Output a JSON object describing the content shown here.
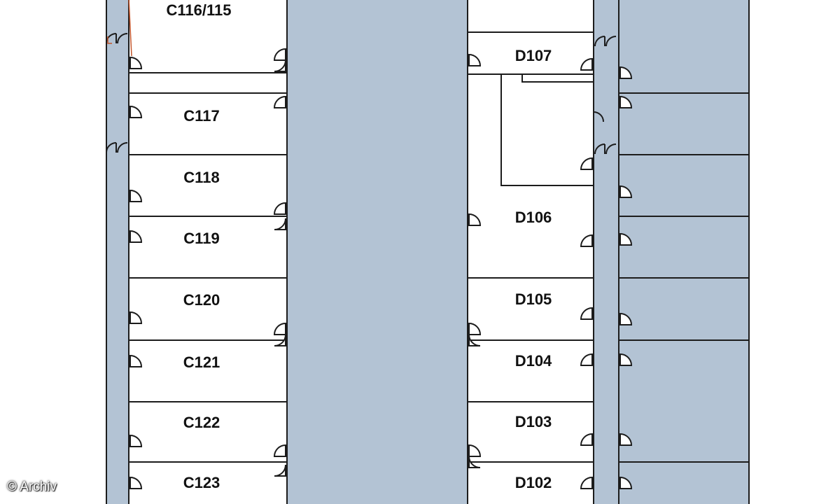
{
  "colors": {
    "corridor": "#b3c3d4",
    "wall": "#1c1c1c",
    "room": "#ffffff",
    "accent_stair": "#c1542a"
  },
  "credit": "© Archiv",
  "rooms_left": [
    "C116/115",
    "C117",
    "C118",
    "C119",
    "C120",
    "C121",
    "C122",
    "C123"
  ],
  "rooms_right": [
    "D107",
    "D106",
    "D105",
    "D104",
    "D103",
    "D102"
  ]
}
